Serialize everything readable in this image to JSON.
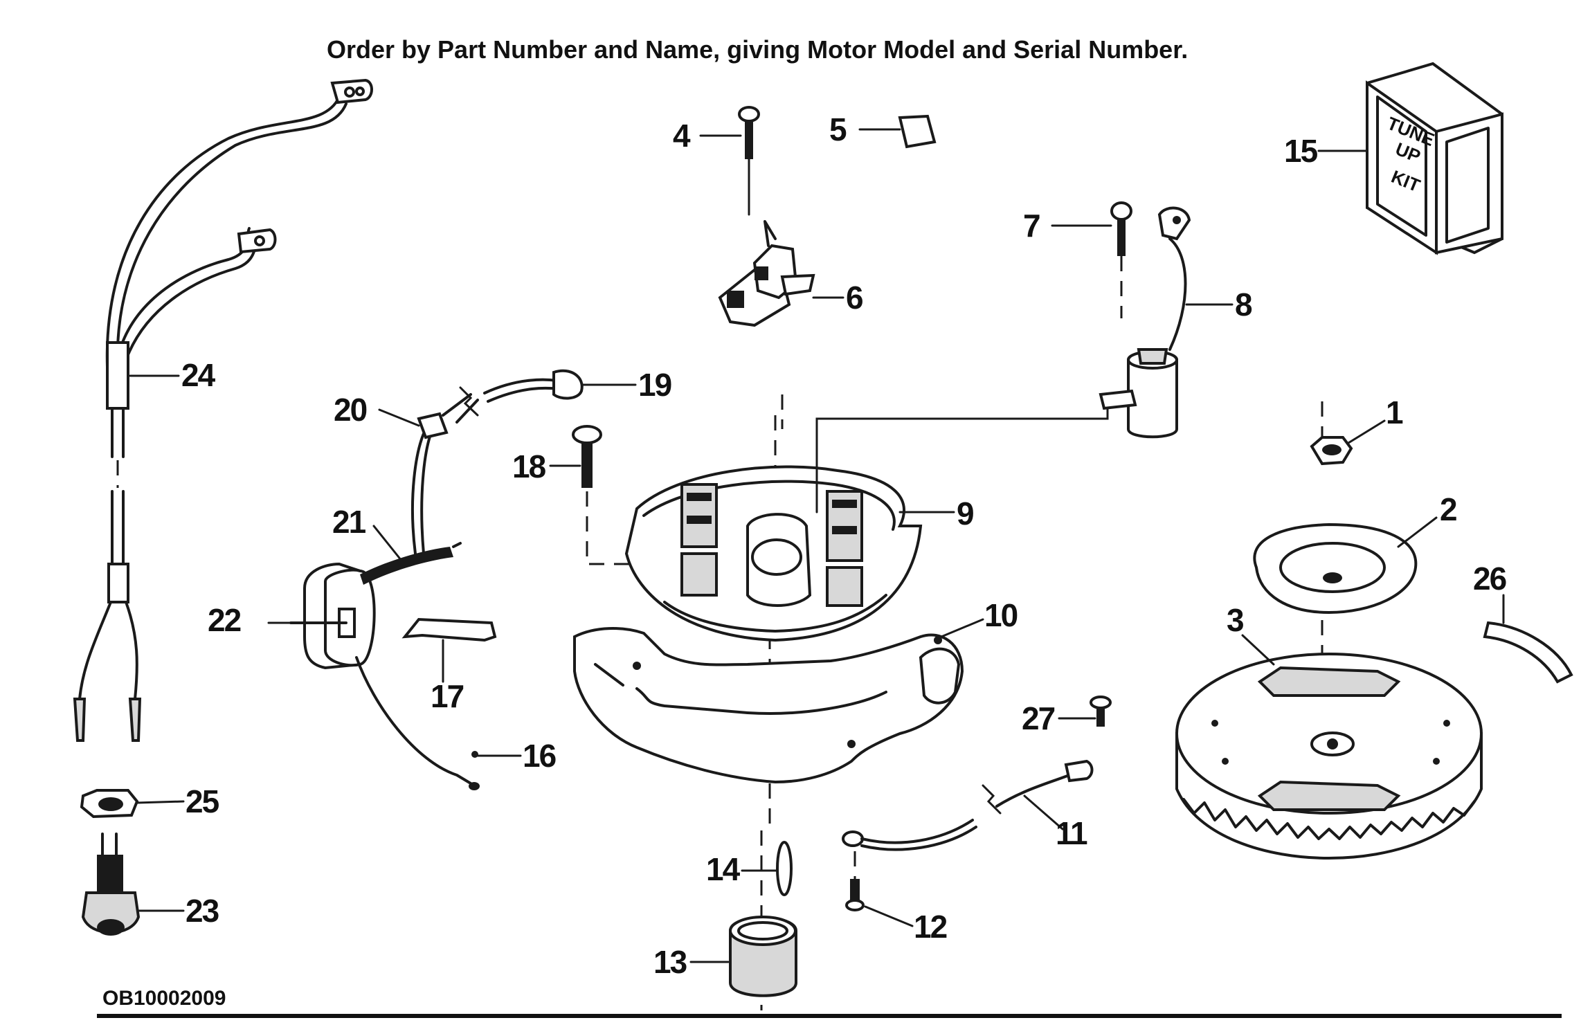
{
  "header": {
    "instruction": "Order by Part Number and Name, giving Motor Model and Serial Number."
  },
  "diagram_code": "OB10002009",
  "kit_box": {
    "line1": "TUNE",
    "line2": "UP",
    "line3": "KIT"
  },
  "callouts": {
    "c1": "1",
    "c2": "2",
    "c3": "3",
    "c4": "4",
    "c5": "5",
    "c6": "6",
    "c7": "7",
    "c8": "8",
    "c9": "9",
    "c10": "10",
    "c11": "11",
    "c12": "12",
    "c13": "13",
    "c14": "14",
    "c15": "15",
    "c16": "16",
    "c17": "17",
    "c18": "18",
    "c19": "19",
    "c20": "20",
    "c21": "21",
    "c22": "22",
    "c23": "23",
    "c24": "24",
    "c25": "25",
    "c26": "26",
    "c27": "27"
  }
}
